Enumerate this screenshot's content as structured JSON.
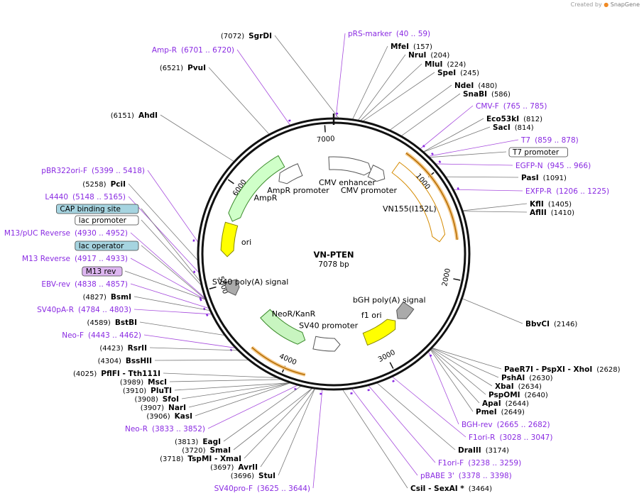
{
  "credit": {
    "prefix": "Created by",
    "brand": "SnapGene"
  },
  "plasmid": {
    "name": "VN-PTEN",
    "length": "7078 bp"
  },
  "ticks": [
    "1000",
    "2000",
    "3000",
    "4000",
    "5000",
    "6000",
    "7000"
  ],
  "features": [
    {
      "name": "AmpR promoter"
    },
    {
      "name": "CMV enhancer"
    },
    {
      "name": "AmpR"
    },
    {
      "name": "ori"
    },
    {
      "name": "VN155(I152L)"
    },
    {
      "name": "CMV promoter"
    },
    {
      "name": "SV40 poly(A) signal"
    },
    {
      "name": "SV40 promoter"
    },
    {
      "name": "NeoR/KanR"
    },
    {
      "name": "bGH poly(A) signal"
    },
    {
      "name": "f1 ori"
    }
  ],
  "labels": [
    {
      "text": "SgrDI",
      "pos": "(7072)",
      "type": "enzyme"
    },
    {
      "text": "pRS-marker",
      "pos": "(40 .. 59)",
      "type": "primer"
    },
    {
      "text": "Amp-R",
      "pos": "(6701 .. 6720)",
      "type": "primer"
    },
    {
      "text": "PvuI",
      "pos": "(6521)",
      "type": "enzyme"
    },
    {
      "text": "MfeI",
      "pos": "(157)",
      "type": "enzyme"
    },
    {
      "text": "NruI",
      "pos": "(204)",
      "type": "enzyme"
    },
    {
      "text": "MluI",
      "pos": "(224)",
      "type": "enzyme"
    },
    {
      "text": "SpeI",
      "pos": "(245)",
      "type": "enzyme"
    },
    {
      "text": "NdeI",
      "pos": "(480)",
      "type": "enzyme"
    },
    {
      "text": "SnaBI",
      "pos": "(586)",
      "type": "enzyme"
    },
    {
      "text": "AhdI",
      "pos": "(6151)",
      "type": "enzyme"
    },
    {
      "text": "CMV-F",
      "pos": "(765 .. 785)",
      "type": "primer"
    },
    {
      "text": "Eco53kI",
      "pos": "(812)",
      "type": "enzyme"
    },
    {
      "text": "SacI",
      "pos": "(814)",
      "type": "enzyme"
    },
    {
      "text": "T7",
      "pos": "(859 .. 878)",
      "type": "primer"
    },
    {
      "text": "T7 promoter",
      "pos": "",
      "type": "boxw"
    },
    {
      "text": "EGFP-N",
      "pos": "(945 .. 966)",
      "type": "primer"
    },
    {
      "text": "PasI",
      "pos": "(1091)",
      "type": "enzyme"
    },
    {
      "text": "EXFP-R",
      "pos": "(1206 .. 1225)",
      "type": "primer"
    },
    {
      "text": "KflI",
      "pos": "(1405)",
      "type": "enzyme"
    },
    {
      "text": "AflII",
      "pos": "(1410)",
      "type": "enzyme"
    },
    {
      "text": "pBR322ori-F",
      "pos": "(5399 .. 5418)",
      "type": "primer"
    },
    {
      "text": "PciI",
      "pos": "(5258)",
      "type": "enzyme"
    },
    {
      "text": "L4440",
      "pos": "(5148 .. 5165)",
      "type": "primer"
    },
    {
      "text": "CAP binding site",
      "pos": "",
      "type": "boxb"
    },
    {
      "text": "lac promoter",
      "pos": "",
      "type": "boxw"
    },
    {
      "text": "M13/pUC Reverse",
      "pos": "(4930 .. 4952)",
      "type": "primer"
    },
    {
      "text": "lac operator",
      "pos": "",
      "type": "boxb"
    },
    {
      "text": "M13 Reverse",
      "pos": "(4917 .. 4933)",
      "type": "primer"
    },
    {
      "text": "M13 rev",
      "pos": "",
      "type": "boxp"
    },
    {
      "text": "EBV-rev",
      "pos": "(4838 .. 4857)",
      "type": "primer"
    },
    {
      "text": "BsmI",
      "pos": "(4827)",
      "type": "enzyme"
    },
    {
      "text": "SV40pA-R",
      "pos": "(4784 .. 4803)",
      "type": "primer"
    },
    {
      "text": "BstBI",
      "pos": "(4589)",
      "type": "enzyme"
    },
    {
      "text": "Neo-F",
      "pos": "(4443 .. 4462)",
      "type": "primer"
    },
    {
      "text": "RsrII",
      "pos": "(4423)",
      "type": "enzyme"
    },
    {
      "text": "BssHII",
      "pos": "(4304)",
      "type": "enzyme"
    },
    {
      "text": "PflFI - Tth111I",
      "pos": "(4025)",
      "type": "enzyme"
    },
    {
      "text": "MscI",
      "pos": "(3989)",
      "type": "enzyme"
    },
    {
      "text": "PluTI",
      "pos": "(3910)",
      "type": "enzyme"
    },
    {
      "text": "SfoI",
      "pos": "(3908)",
      "type": "enzyme"
    },
    {
      "text": "NarI",
      "pos": "(3907)",
      "type": "enzyme"
    },
    {
      "text": "KasI",
      "pos": "(3906)",
      "type": "enzyme"
    },
    {
      "text": "Neo-R",
      "pos": "(3833 .. 3852)",
      "type": "primer"
    },
    {
      "text": "EagI",
      "pos": "(3813)",
      "type": "enzyme"
    },
    {
      "text": "SmaI",
      "pos": "(3720)",
      "type": "enzyme"
    },
    {
      "text": "TspMI - XmaI",
      "pos": "(3718)",
      "type": "enzyme"
    },
    {
      "text": "AvrII",
      "pos": "(3697)",
      "type": "enzyme"
    },
    {
      "text": "StuI",
      "pos": "(3696)",
      "type": "enzyme"
    },
    {
      "text": "SV40pro-F",
      "pos": "(3625 .. 3644)",
      "type": "primer"
    },
    {
      "text": "BbvCI",
      "pos": "(2146)",
      "type": "enzyme"
    },
    {
      "text": "PaeR7I - PspXI - XhoI",
      "pos": "(2628)",
      "type": "enzyme"
    },
    {
      "text": "PshAI",
      "pos": "(2630)",
      "type": "enzyme"
    },
    {
      "text": "XbaI",
      "pos": "(2634)",
      "type": "enzyme"
    },
    {
      "text": "PspOMI",
      "pos": "(2640)",
      "type": "enzyme"
    },
    {
      "text": "ApaI",
      "pos": "(2644)",
      "type": "enzyme"
    },
    {
      "text": "PmeI",
      "pos": "(2649)",
      "type": "enzyme"
    },
    {
      "text": "BGH-rev",
      "pos": "(2665 .. 2682)",
      "type": "primer"
    },
    {
      "text": "F1ori-R",
      "pos": "(3028 .. 3047)",
      "type": "primer"
    },
    {
      "text": "DraIII",
      "pos": "(3174)",
      "type": "enzyme"
    },
    {
      "text": "F1ori-F",
      "pos": "(3238 .. 3259)",
      "type": "primer"
    },
    {
      "text": "pBABE 3'",
      "pos": "(3378 .. 3398)",
      "type": "primer"
    },
    {
      "text": "CsiI - SexAI *",
      "pos": "(3464)",
      "type": "enzyme"
    }
  ]
}
